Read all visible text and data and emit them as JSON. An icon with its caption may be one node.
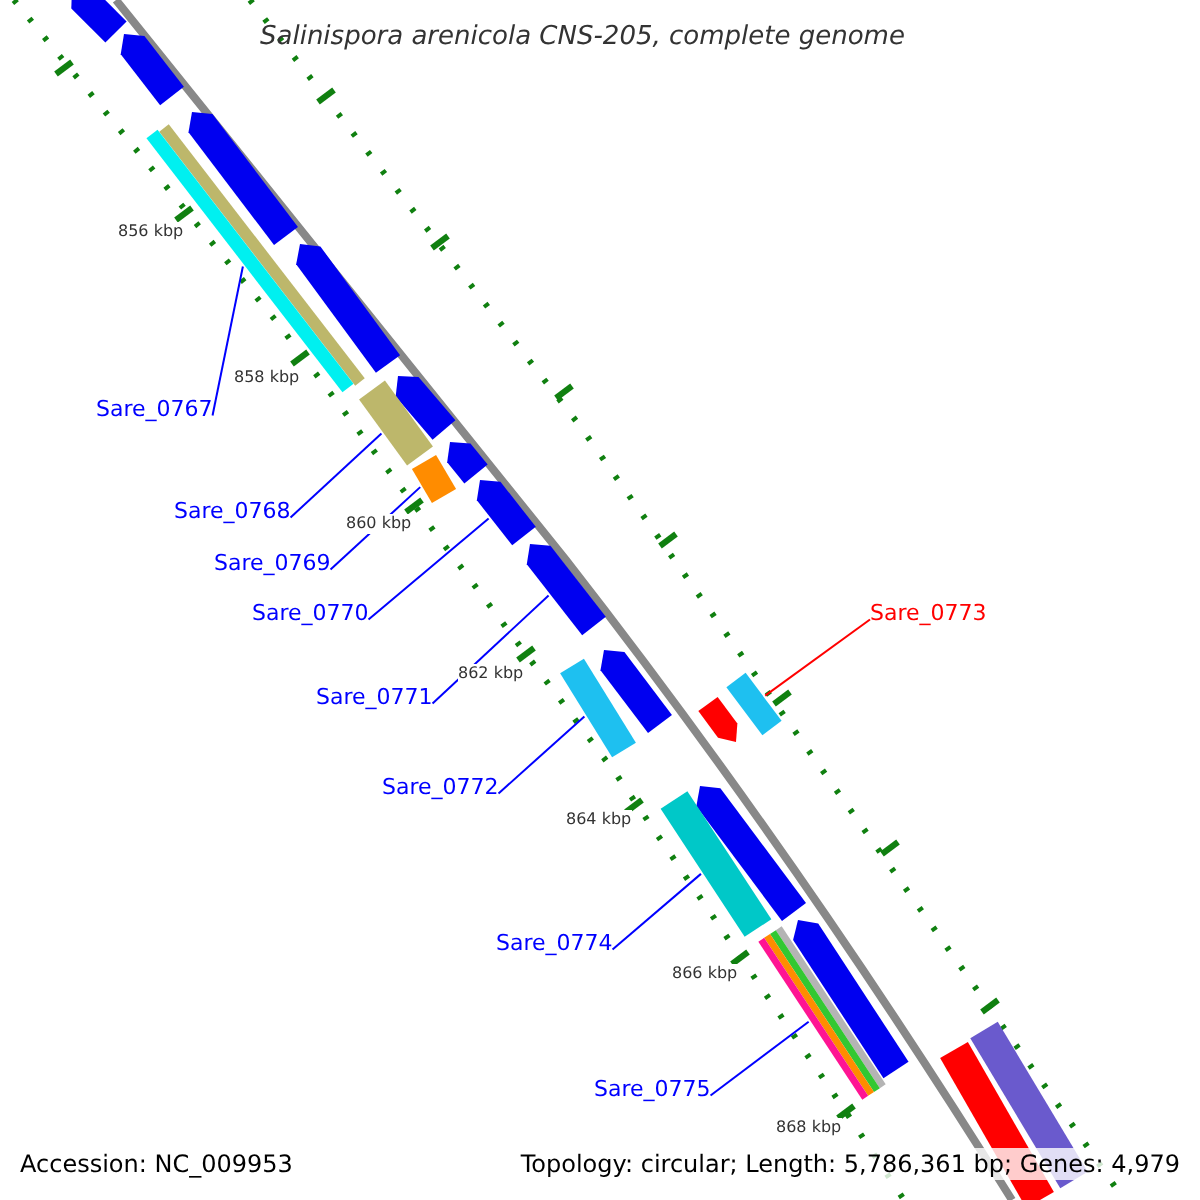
{
  "diagram": {
    "title": "Salinispora arenicola CNS-205, complete genome",
    "nodes": [
      {
        "text": [
          "Sare_0767"
        ]
      },
      {
        "text": [
          "Sare_0768"
        ]
      },
      {
        "text": [
          "Sare_0769"
        ]
      },
      {
        "text": [
          "Sare_0770"
        ]
      },
      {
        "text": [
          "Sare_0771"
        ]
      },
      {
        "text": [
          "Sare_0772"
        ]
      },
      {
        "text": [
          "Sare_0773"
        ]
      },
      {
        "text": [
          "Sare_0774"
        ]
      },
      {
        "text": [
          "Sare_0775"
        ]
      },
      {
        "text": [],
        "shape": "arrow"
      },
      {
        "text": [],
        "shape": "arrow"
      },
      {
        "text": [],
        "shape": "arrow"
      },
      {
        "text": [],
        "shape": "bar"
      },
      {
        "text": [],
        "shape": "bar"
      },
      {
        "text": [],
        "shape": "arrow"
      },
      {
        "text": [],
        "shape": "arrow"
      },
      {
        "text": [],
        "shape": "bar"
      },
      {
        "text": [],
        "shape": "arrow"
      },
      {
        "text": [],
        "shape": "bar"
      },
      {
        "text": [],
        "shape": "arrow"
      },
      {
        "text": [],
        "shape": "arrow"
      },
      {
        "text": [],
        "shape": "arrow"
      },
      {
        "text": [],
        "shape": "bar"
      },
      {
        "text": [],
        "shape": "bar"
      },
      {
        "text": [],
        "shape": "arrow"
      },
      {
        "text": [],
        "shape": "arrow"
      },
      {
        "text": [],
        "shape": "bar"
      },
      {
        "text": [],
        "shape": "arrow"
      },
      {
        "text": [],
        "shape": "bar"
      },
      {
        "text": [],
        "shape": "bar"
      },
      {
        "text": [],
        "shape": "bar"
      }
    ],
    "edges": [
      {
        "from": 0,
        "to": 13,
        "arrow": "none"
      },
      {
        "from": 1,
        "to": 16,
        "arrow": "none"
      },
      {
        "from": 2,
        "to": 18,
        "arrow": "none"
      },
      {
        "from": 3,
        "to": 19,
        "arrow": "none"
      },
      {
        "from": 4,
        "to": 20,
        "arrow": "none"
      },
      {
        "from": 5,
        "to": 22,
        "arrow": "none"
      },
      {
        "from": 6,
        "to": 23,
        "arrow": "none",
        "color": "#ff0000"
      },
      {
        "from": 7,
        "to": 26,
        "arrow": "none"
      },
      {
        "from": 8,
        "to": 28,
        "arrow": "none"
      }
    ],
    "labels": [
      "856 kbp",
      "858 kbp",
      "860 kbp",
      "862 kbp",
      "864 kbp",
      "866 kbp",
      "868 kbp",
      "Accession: NC_009953",
      "Topology: circular; Length: 5,786,361 bp; Genes: 4,979"
    ]
  }
}
